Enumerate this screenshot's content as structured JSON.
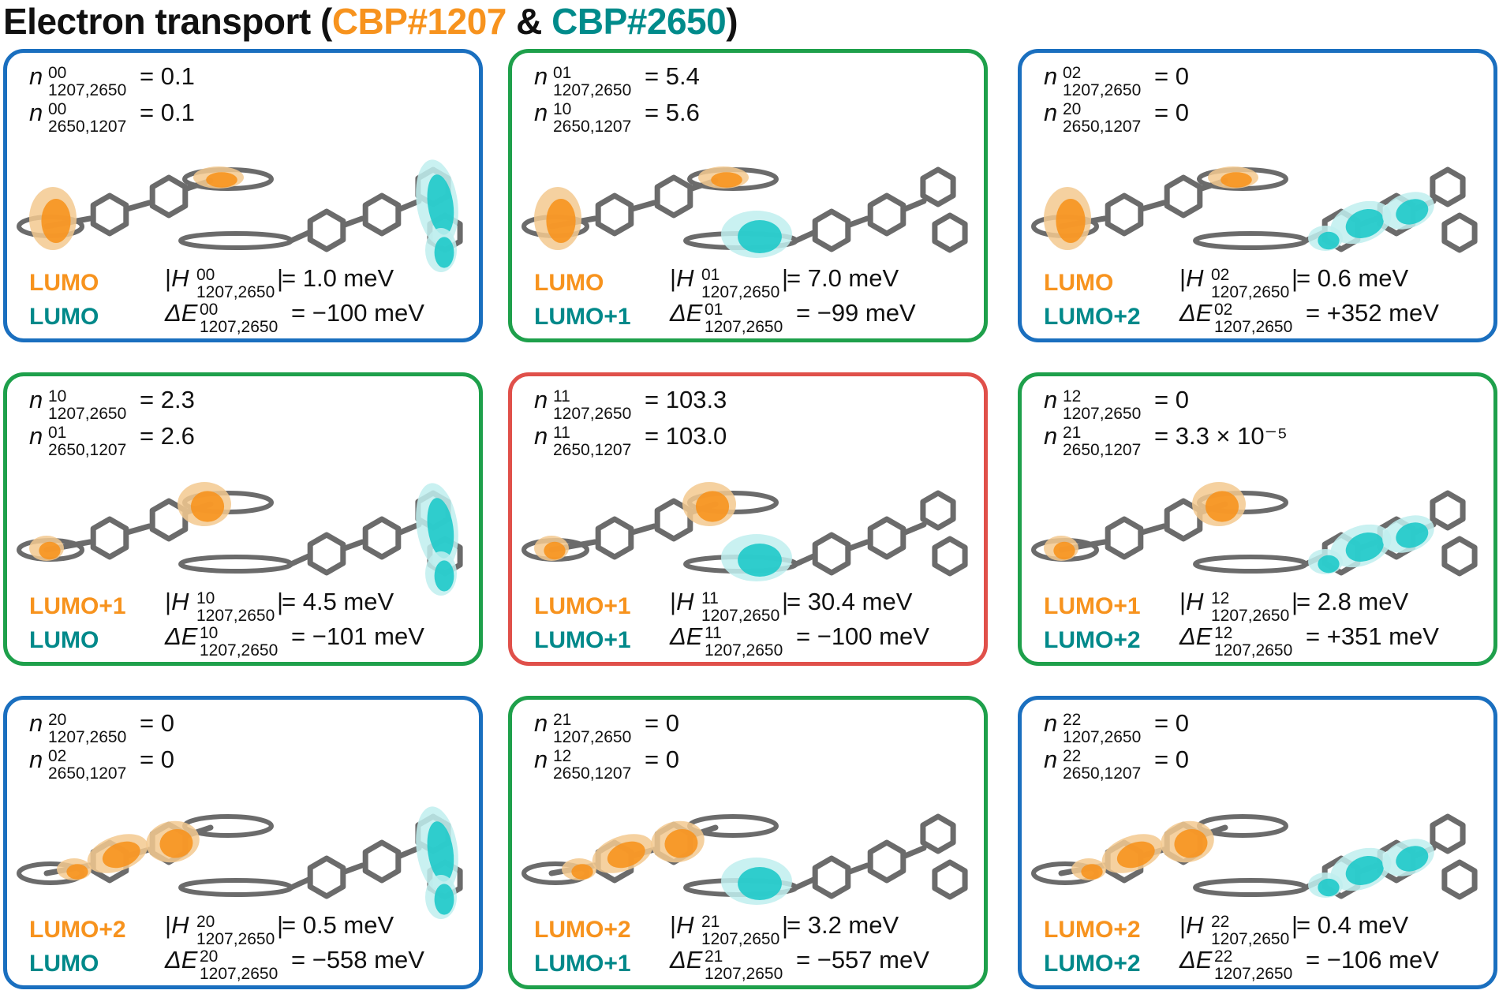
{
  "title": {
    "prefix": "Electron transport (",
    "mol_a": "CBP#1207",
    "amp": " & ",
    "mol_b": "CBP#2650",
    "suffix": ")"
  },
  "symbols": {
    "n": "n",
    "H": "H",
    "delta_E": "ΔE",
    "sub_ab": "1207,2650",
    "sub_ba": "2650,1207",
    "eq": "=",
    "bar": "|"
  },
  "colors": {
    "orange": "#f7931e",
    "teal": "#00898a",
    "blue_border": "#1a6fbf",
    "green_border": "#1ea04b",
    "red_border": "#e0504a"
  },
  "panels": [
    {
      "border": "blue",
      "sup1": "00",
      "sup2": "00",
      "n1": "= 0.1",
      "n2": "= 0.1",
      "orb_a": "LUMO",
      "orb_b": "LUMO",
      "H": "= 1.0 meV",
      "dE": "= −100 meV",
      "a_index": 0,
      "b_index": 0
    },
    {
      "border": "green",
      "sup1": "01",
      "sup2": "10",
      "n1": "= 5.4",
      "n2": "= 5.6",
      "orb_a": "LUMO",
      "orb_b": "LUMO+1",
      "H": "= 7.0 meV",
      "dE": "= −99 meV",
      "a_index": 0,
      "b_index": 1
    },
    {
      "border": "blue",
      "sup1": "02",
      "sup2": "20",
      "n1": "= 0",
      "n2": "= 0",
      "orb_a": "LUMO",
      "orb_b": "LUMO+2",
      "H": "= 0.6 meV",
      "dE": "= +352 meV",
      "a_index": 0,
      "b_index": 2
    },
    {
      "border": "green",
      "sup1": "10",
      "sup2": "01",
      "n1": "= 2.3",
      "n2": "= 2.6",
      "orb_a": "LUMO+1",
      "orb_b": "LUMO",
      "H": "= 4.5 meV",
      "dE": "= −101 meV",
      "a_index": 1,
      "b_index": 0
    },
    {
      "border": "red",
      "sup1": "11",
      "sup2": "11",
      "n1": "= 103.3",
      "n2": "= 103.0",
      "orb_a": "LUMO+1",
      "orb_b": "LUMO+1",
      "H": "= 30.4 meV",
      "dE": "= −100 meV",
      "a_index": 1,
      "b_index": 1
    },
    {
      "border": "green",
      "sup1": "12",
      "sup2": "21",
      "n1": "= 0",
      "n2": "= 3.3 × 10⁻⁵",
      "orb_a": "LUMO+1",
      "orb_b": "LUMO+2",
      "H": "= 2.8 meV",
      "dE": "= +351 meV",
      "a_index": 1,
      "b_index": 2
    },
    {
      "border": "blue",
      "sup1": "20",
      "sup2": "02",
      "n1": "= 0",
      "n2": "= 0",
      "orb_a": "LUMO+2",
      "orb_b": "LUMO",
      "H": "= 0.5 meV",
      "dE": "= −558 meV",
      "a_index": 2,
      "b_index": 0
    },
    {
      "border": "green",
      "sup1": "21",
      "sup2": "12",
      "n1": "= 0",
      "n2": "= 0",
      "orb_a": "LUMO+2",
      "orb_b": "LUMO+1",
      "H": "= 3.2 meV",
      "dE": "= −557 meV",
      "a_index": 2,
      "b_index": 1
    },
    {
      "border": "blue",
      "sup1": "22",
      "sup2": "22",
      "n1": "= 0",
      "n2": "= 0",
      "orb_a": "LUMO+2",
      "orb_b": "LUMO+2",
      "H": "= 0.4 meV",
      "dE": "= −106 meV",
      "a_index": 2,
      "b_index": 2
    }
  ]
}
